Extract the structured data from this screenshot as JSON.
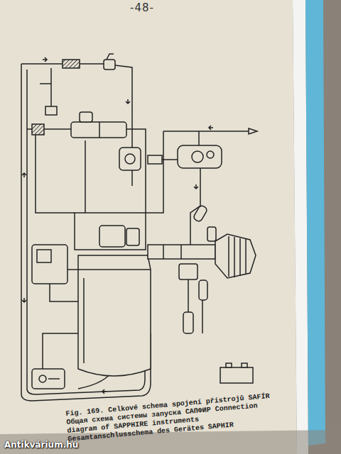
{
  "diagram": {
    "caption": "Fig. 169. Celkové schema spojení přístrojů SAFÍR Общая схема системы запуска САПФИР Connection diagram of SAPPHIRE instruments Gesamtanschlusschema des Gerätes SAPHIR",
    "labels": [
      "-48-",
      "Antikvárium.hu"
    ]
  }
}
